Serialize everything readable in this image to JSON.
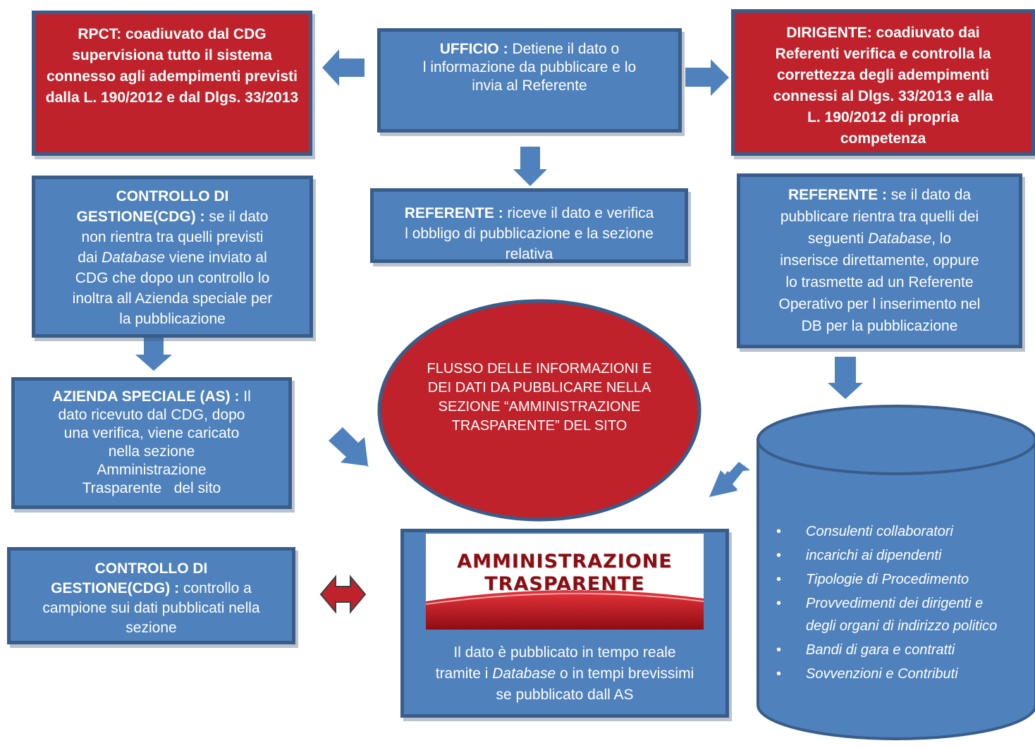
{
  "rpct": {
    "text": "RPCT: coadiuvato dal CDG supervisiona tutto il sistema connesso agli adempimenti previsti dalla L. 190/2012 e dal Dlgs. 33/2013"
  },
  "ufficio": {
    "title": "UFFICIO :",
    "line1": "Detiene il dato o",
    "line2": "l informazione da pubblicare e lo",
    "line3": "invia al Referente"
  },
  "dirigente": {
    "line1": "DIRIGENTE: coadiuvato dai",
    "line2": "Referenti verifica e controlla la",
    "line3": "correttezza degli adempimenti",
    "line4": "connessi al Dlgs. 33/2013 e alla",
    "line5": "L. 190/2012 di propria",
    "line6": "competenza"
  },
  "cdg_top": {
    "title1": "CONTROLLO DI",
    "title2": "GESTIONE(CDG) :",
    "after_title": "se il dato",
    "line3": "non rientra tra quelli previsti",
    "line4_pre": "dai",
    "line4_italic": "Database",
    "line4_post": "viene inviato al",
    "line5": "CDG che dopo un controllo lo",
    "line6": "inoltra all Azienda speciale per",
    "line7": "la pubblicazione"
  },
  "referente_center": {
    "title": "REFERENTE :",
    "line1": "riceve il dato e verifica",
    "line2": "l obbligo di pubblicazione e la sezione",
    "line3": "relativa"
  },
  "referente_right": {
    "title": "REFERENTE :",
    "line1_post": "se il dato da",
    "line2": "pubblicare rientra tra quelli dei",
    "line3_pre": "seguenti",
    "line3_italic": "Database",
    "line3_post": ", lo",
    "line4": "inserisce direttamente, oppure",
    "line5": "lo trasmette ad un Referente",
    "line6": "Operativo per l inserimento nel",
    "line7": "DB per la pubblicazione"
  },
  "azienda": {
    "title": "AZIENDA SPECIALE (AS) :",
    "title_post": "Il",
    "line2": "dato ricevuto dal CDG, dopo",
    "line3": "una verifica, viene caricato",
    "line4": "nella sezione",
    "line5": "Amministrazione",
    "line6": "Trasparente   del sito"
  },
  "ellipse": {
    "line1": "FLUSSO DELLE INFORMAZIONI E",
    "line2": "DEI DATI DA PUBBLICARE NELLA",
    "line3": "SEZIONE “AMMINISTRAZIONE",
    "line4": "TRASPARENTE” DEL SITO"
  },
  "cdg_bottom": {
    "title1": "CONTROLLO DI",
    "title2": "GESTIONE(CDG) :",
    "after_title": "controllo a",
    "line3": "campione sui dati pubblicati nella",
    "line4": "sezione"
  },
  "banner": {
    "line1": "AMMINISTRAZIONE",
    "line2": "TRASPARENTE"
  },
  "publish": {
    "line1": "Il dato è pubblicato in tempo reale",
    "line2_pre": "tramite i",
    "line2_italic": "Database",
    "line2_post": "o in tempi brevissimi",
    "line3": "se pubblicato dall AS"
  },
  "database_list": {
    "bullet": "•",
    "items": [
      "Consulenti collaboratori",
      "incarichi ai dipendenti",
      "Tipologie di Procedimento",
      "Provvedimenti dei dirigenti e",
      "degli organi di indirizzo politico",
      "Bandi di gara e contratti",
      "Sovvenzioni e Contributi"
    ]
  },
  "colors": {
    "blue": "#4f81bd",
    "red": "#c0222b",
    "border": "#385d8a"
  }
}
